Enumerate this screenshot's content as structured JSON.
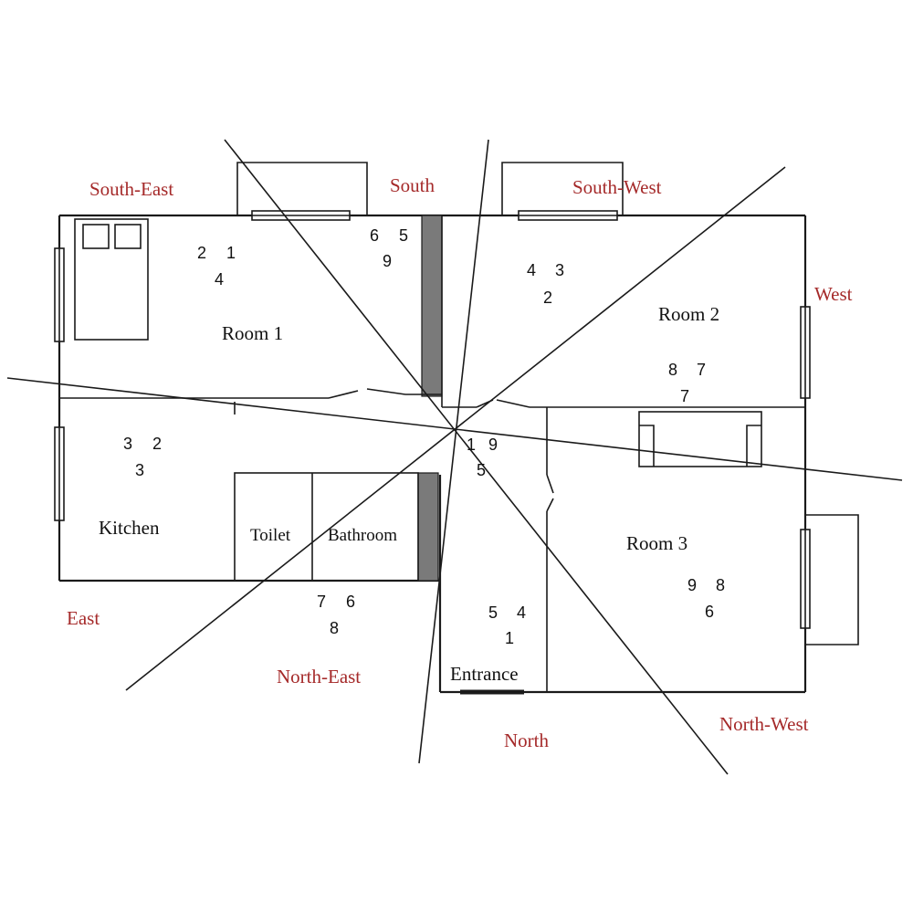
{
  "colors": {
    "direction_label": "#a52a2a",
    "line": "#1a1a1a",
    "solid_wall": "#7a7a7a"
  },
  "directions": {
    "south_east": "South-East",
    "south": "South",
    "south_west": "South-West",
    "west": "West",
    "north_west": "North-West",
    "north": "North",
    "north_east": "North-East",
    "east": "East"
  },
  "rooms": {
    "room1": "Room 1",
    "room2": "Room 2",
    "room3": "Room 3",
    "kitchen": "Kitchen",
    "toilet": "Toilet",
    "bathroom": "Bathroom",
    "entrance": "Entrance"
  },
  "numbers": {
    "room1_left": [
      "2",
      "1",
      "4"
    ],
    "room1_right": [
      "6",
      "5",
      "9"
    ],
    "room2_top": [
      "4",
      "3",
      "2"
    ],
    "room2_bottom": [
      "8",
      "7",
      "7"
    ],
    "kitchen": [
      "3",
      "2",
      "3"
    ],
    "center": [
      "1",
      "9",
      "5"
    ],
    "bathroom_below": [
      "7",
      "6",
      "8"
    ],
    "entrance": [
      "5",
      "4",
      "1"
    ],
    "room3": [
      "9",
      "8",
      "6"
    ]
  }
}
